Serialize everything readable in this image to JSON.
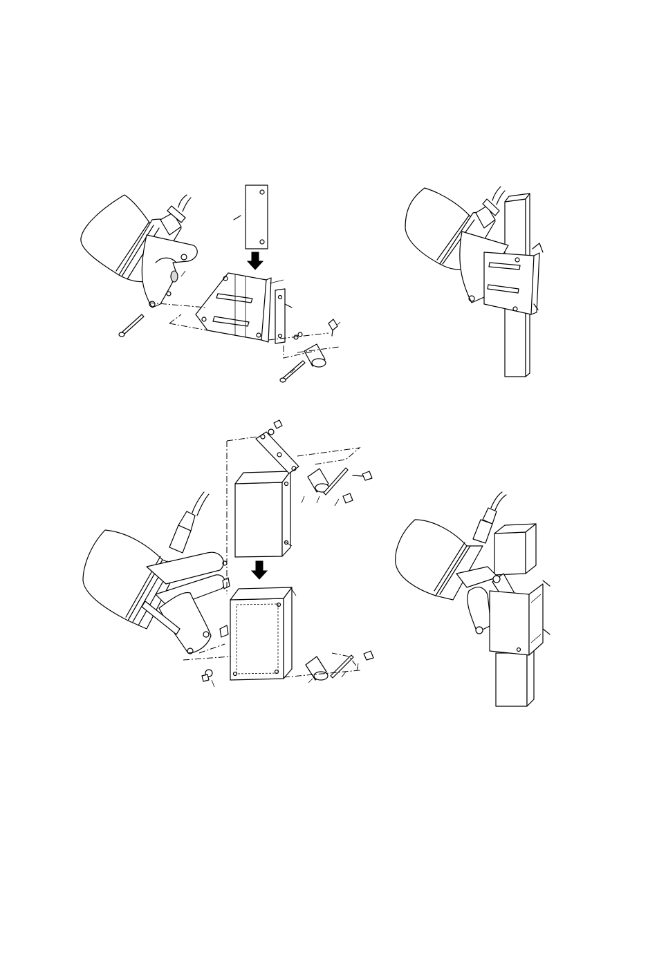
{
  "figures": [
    {
      "id": "fig-1",
      "description_name": "round-housing-bracket-exploded"
    },
    {
      "id": "fig-2",
      "description_name": "round-housing-bracket-assembled-on-post"
    },
    {
      "id": "fig-3",
      "description_name": "square-tube-bracket-exploded"
    },
    {
      "id": "fig-4",
      "description_name": "square-tube-bracket-assembled-on-post"
    }
  ],
  "colors": {
    "line": "#000000",
    "shade": "#d9d9d9",
    "dark": "#9a9a9a",
    "background": "#ffffff"
  }
}
